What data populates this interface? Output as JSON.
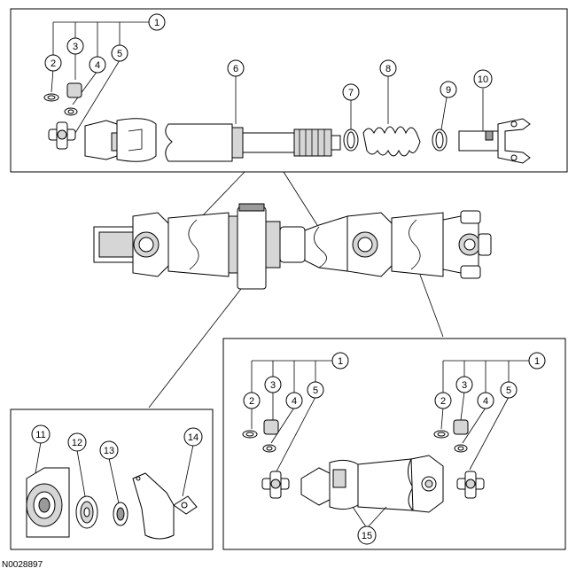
{
  "figure_code": "N0028897",
  "callouts": {
    "c1": "1",
    "c2": "2",
    "c3": "3",
    "c4": "4",
    "c5": "5",
    "c6": "6",
    "c7": "7",
    "c8": "8",
    "c9": "9",
    "c10": "10",
    "c11": "11",
    "c12": "12",
    "c13": "13",
    "c14": "14",
    "c15": "15"
  }
}
